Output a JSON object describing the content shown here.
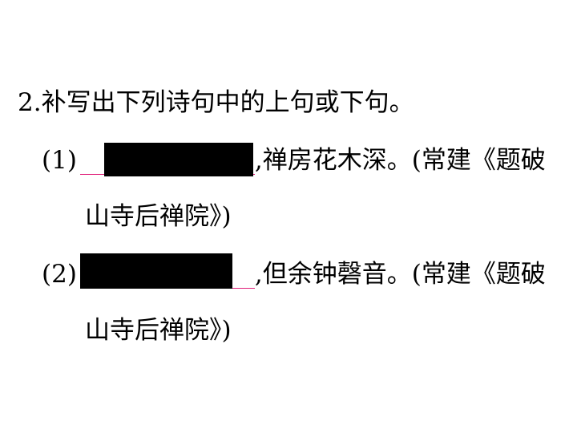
{
  "question": {
    "number": "2.",
    "prompt": "补写出下列诗句中的上句或下句。"
  },
  "items": [
    {
      "label": "(1)",
      "answer_redacted": true,
      "after_blank": ",禅房花木深。(常建《题破",
      "continuation": "山寺后禅院》)"
    },
    {
      "label": "(2)",
      "answer_redacted": true,
      "after_blank": ",但余钟磬音。(常建《题破",
      "continuation": "山寺后禅院》)"
    }
  ],
  "colors": {
    "text": "#000000",
    "underline": "#e0207a",
    "redaction": "#000000"
  }
}
